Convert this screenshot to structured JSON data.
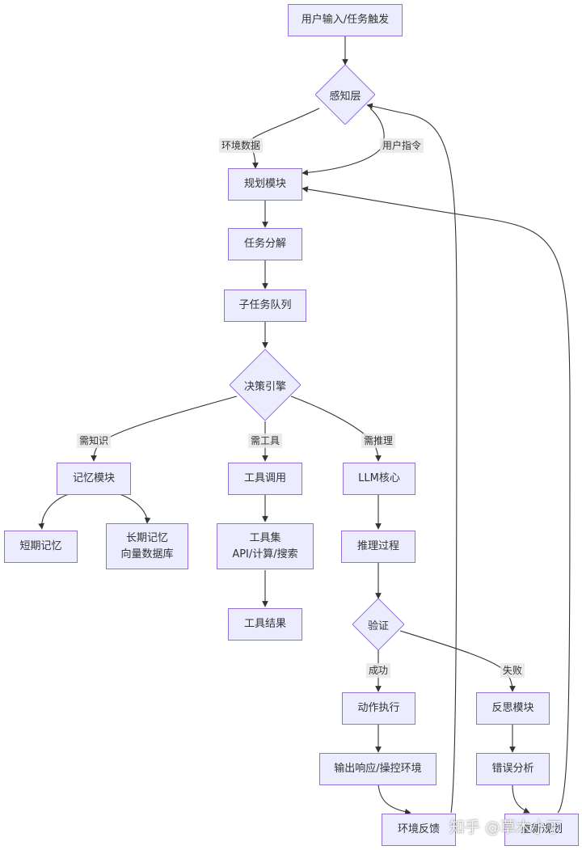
{
  "nodes": {
    "user_input": "用户输入/任务触发",
    "perception": "感知层",
    "planning": "规划模块",
    "task_decomp": "任务分解",
    "subtask_queue": "子任务队列",
    "decision": "决策引擎",
    "memory": "记忆模块",
    "tools_call": "工具调用",
    "llm_core": "LLM核心",
    "short_mem": "短期记忆",
    "long_mem": [
      "长期记忆",
      "向量数据库"
    ],
    "toolset": [
      "工具集",
      "API/计算/搜索"
    ],
    "reasoning": "推理过程",
    "tool_result": "工具结果",
    "verify": "验证",
    "action": "动作执行",
    "reflect": "反思模块",
    "output": "输出响应/操控环境",
    "error_analysis": "错误分析",
    "env_feedback": "环境反馈",
    "replan": "重新规划"
  },
  "edge_labels": {
    "env_data": "环境数据",
    "user_cmd": "用户指令",
    "need_knowledge": "需知识",
    "need_tool": "需工具",
    "need_reasoning": "需推理",
    "success": "成功",
    "failure": "失败"
  },
  "watermark": "知乎 @草木小丁",
  "colors": {
    "node_fill": "#ECECFF",
    "node_border": "#9370DB",
    "edge": "#333333",
    "label_bg": "#E8E8E8"
  }
}
